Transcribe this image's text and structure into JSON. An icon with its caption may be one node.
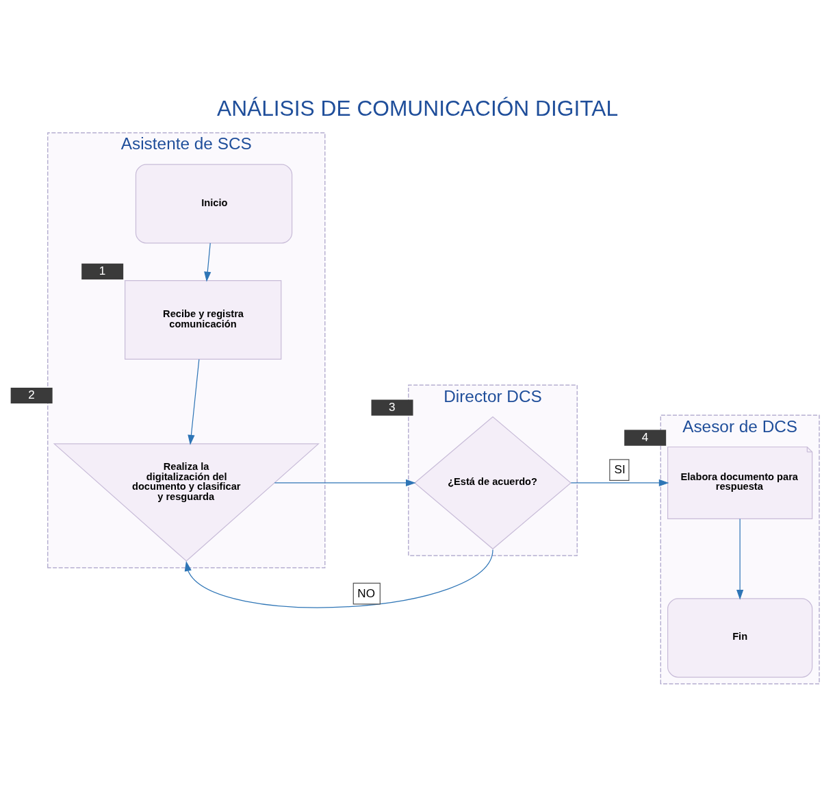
{
  "diagram": {
    "title": "ANÁLISIS DE COMUNICACIÓN DIGITAL",
    "nodes": [
      {
        "text": [
          "Asistente de SCS"
        ]
      },
      {
        "text": [
          "Director DCS"
        ]
      },
      {
        "text": [
          "Asesor de DCS"
        ]
      },
      {
        "text": [
          "Inicio"
        ],
        "in": 0
      },
      {
        "text": [
          "Recibe y registra comunicación"
        ],
        "in": 0,
        "beside": [
          "1"
        ]
      },
      {
        "text": [
          "Realiza la digitalización del documento y clasificar y resguarda"
        ],
        "in": 0,
        "beside": [
          "2"
        ]
      },
      {
        "text": [
          "¿Está de acuerdo?"
        ],
        "in": 1,
        "beside": [
          "3"
        ]
      },
      {
        "text": [
          "Elabora documento para respuesta"
        ],
        "in": 2,
        "beside": [
          "4"
        ]
      },
      {
        "text": [
          "Fin"
        ],
        "in": 2
      }
    ],
    "edges": [
      {
        "from": 3,
        "to": 4,
        "arrow": "to"
      },
      {
        "from": 4,
        "to": 5,
        "arrow": "to"
      },
      {
        "from": 5,
        "to": 6,
        "arrow": "to"
      },
      {
        "from": 6,
        "to": 7,
        "label": "SI",
        "arrow": "to"
      },
      {
        "from": 6,
        "to": 5,
        "label": "NO",
        "arrow": "to"
      },
      {
        "from": 7,
        "to": 8,
        "arrow": "to"
      }
    ]
  }
}
